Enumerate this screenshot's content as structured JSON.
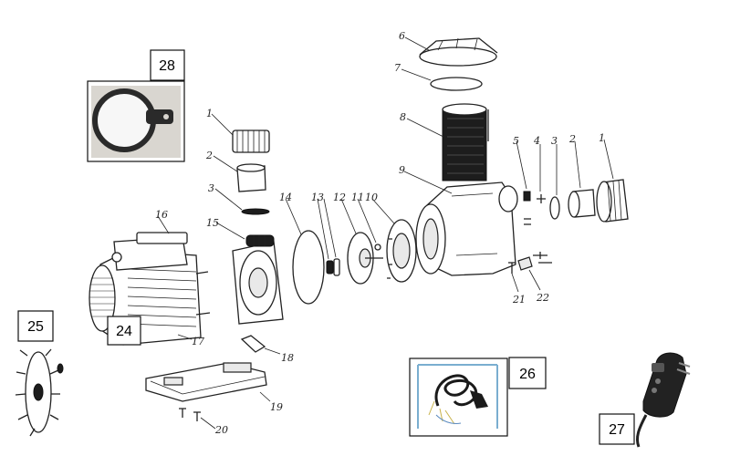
{
  "part_labels": {
    "p1a": "1",
    "p2a": "2",
    "p3a": "3",
    "p4": "4",
    "p5": "5",
    "p6": "6",
    "p7": "7",
    "p8": "8",
    "p9": "9",
    "p10": "10",
    "p11": "11",
    "p12": "12",
    "p13": "13",
    "p14": "14",
    "p15": "15",
    "p16": "16",
    "p17": "17",
    "p18": "18",
    "p19": "19",
    "p20": "20",
    "p21": "21",
    "p22": "22",
    "p3b": "3",
    "p2b": "2",
    "p1b": "1"
  },
  "boxed_labels": {
    "b24": "24",
    "b25": "25",
    "b26": "26",
    "b27": "27",
    "b28": "28"
  },
  "colors": {
    "line": "#222222",
    "photo_bg": "#d9d6d0",
    "cable": "#1a1a1a"
  }
}
